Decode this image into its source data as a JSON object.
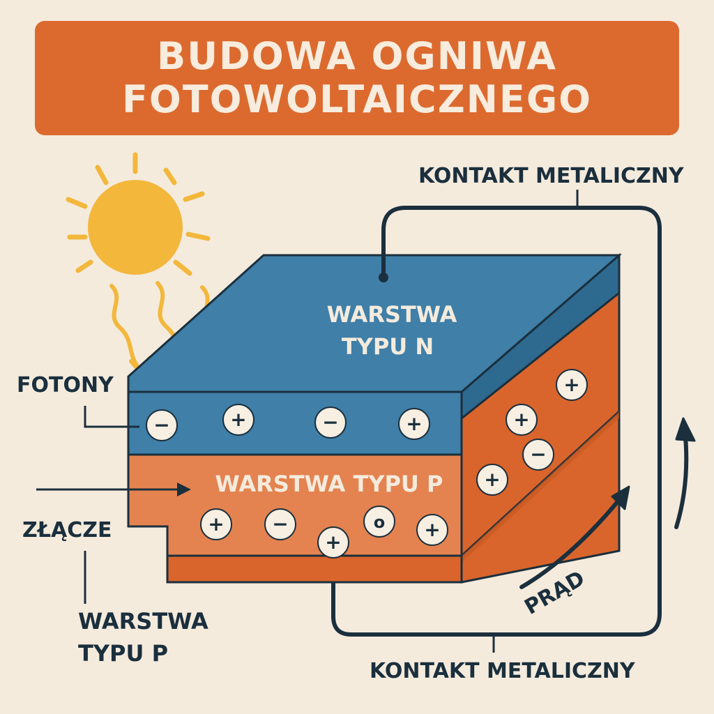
{
  "title": {
    "line1": "BUDOWA OGNIWA",
    "line2": "FOTOWOLTAICZNEGO"
  },
  "labels": {
    "contact_top": "KONTAKT METALICZNY",
    "contact_bottom": "KONTAKT METALICZNY",
    "n_layer_line1": "WARSTWA",
    "n_layer_line2": "TYPU N",
    "p_layer": "WARSTWA TYPU P",
    "photons": "FOTONY",
    "junction": "ZŁĄCZE",
    "p_layer_side_line1": "WARSTWA",
    "p_layer_side_line2": "TYPU P",
    "current": "PRĄD"
  },
  "charges": {
    "front_n": [
      "−",
      "+",
      "−",
      "+"
    ],
    "front_p": [
      "+",
      "−",
      "o",
      "+",
      "+"
    ],
    "side": [
      "+",
      "+",
      "−",
      "+"
    ]
  },
  "colors": {
    "title_bg": "#dc6a2f",
    "n_layer": "#3f7fa8",
    "n_layer_dark": "#2e6a8f",
    "p_layer": "#e48350",
    "p_layer_side": "#d9652c",
    "sun": "#f3b73b",
    "outline": "#1b2f3d",
    "background": "#f4ebdd"
  }
}
